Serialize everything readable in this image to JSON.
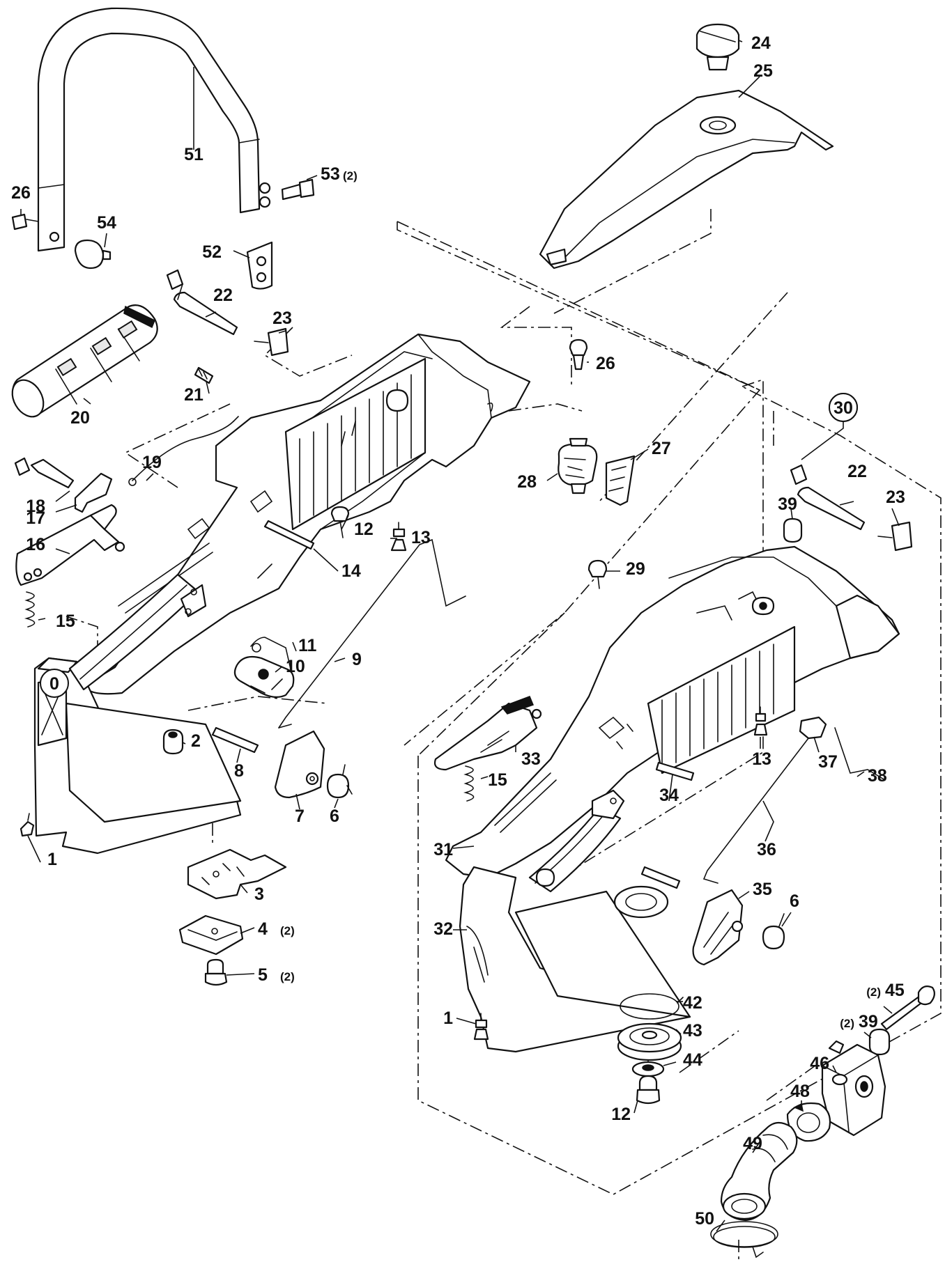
{
  "callouts": [
    {
      "id": "c51",
      "text": "51",
      "qty": ""
    },
    {
      "id": "c53",
      "text": "53",
      "qty": "(2)"
    },
    {
      "id": "c26a",
      "text": "26",
      "qty": ""
    },
    {
      "id": "c54",
      "text": "54",
      "qty": ""
    },
    {
      "id": "c52",
      "text": "52",
      "qty": ""
    },
    {
      "id": "c22a",
      "text": "22",
      "qty": ""
    },
    {
      "id": "c23a",
      "text": "23",
      "qty": ""
    },
    {
      "id": "c21",
      "text": "21",
      "qty": ""
    },
    {
      "id": "c20",
      "text": "20",
      "qty": ""
    },
    {
      "id": "c19",
      "text": "19",
      "qty": ""
    },
    {
      "id": "c18",
      "text": "18",
      "qty": ""
    },
    {
      "id": "c17",
      "text": "17",
      "qty": ""
    },
    {
      "id": "c16",
      "text": "16",
      "qty": ""
    },
    {
      "id": "c15a",
      "text": "15",
      "qty": ""
    },
    {
      "id": "c14",
      "text": "14",
      "qty": ""
    },
    {
      "id": "c13a",
      "text": "13",
      "qty": ""
    },
    {
      "id": "c12a",
      "text": "12",
      "qty": ""
    },
    {
      "id": "c11",
      "text": "11",
      "qty": ""
    },
    {
      "id": "c10",
      "text": "10",
      "qty": ""
    },
    {
      "id": "c9",
      "text": "9",
      "qty": ""
    },
    {
      "id": "c0",
      "text": "0",
      "qty": ""
    },
    {
      "id": "c2",
      "text": "2",
      "qty": ""
    },
    {
      "id": "c8",
      "text": "8",
      "qty": ""
    },
    {
      "id": "c7",
      "text": "7",
      "qty": ""
    },
    {
      "id": "c6a",
      "text": "6",
      "qty": ""
    },
    {
      "id": "c1a",
      "text": "1",
      "qty": ""
    },
    {
      "id": "c3",
      "text": "3",
      "qty": ""
    },
    {
      "id": "c4",
      "text": "4",
      "qty": "(2)"
    },
    {
      "id": "c5",
      "text": "5",
      "qty": "(2)"
    },
    {
      "id": "c24",
      "text": "24",
      "qty": ""
    },
    {
      "id": "c25",
      "text": "25",
      "qty": ""
    },
    {
      "id": "c26b",
      "text": "26",
      "qty": ""
    },
    {
      "id": "c27",
      "text": "27",
      "qty": ""
    },
    {
      "id": "c28",
      "text": "28",
      "qty": ""
    },
    {
      "id": "c30",
      "text": "30",
      "qty": ""
    },
    {
      "id": "c22b",
      "text": "22",
      "qty": ""
    },
    {
      "id": "c23b",
      "text": "23",
      "qty": ""
    },
    {
      "id": "c39a",
      "text": "39",
      "qty": ""
    },
    {
      "id": "c29",
      "text": "29",
      "qty": ""
    },
    {
      "id": "c13b",
      "text": "13",
      "qty": ""
    },
    {
      "id": "c33",
      "text": "33",
      "qty": ""
    },
    {
      "id": "c15b",
      "text": "15",
      "qty": ""
    },
    {
      "id": "c37",
      "text": "37",
      "qty": ""
    },
    {
      "id": "c38",
      "text": "38",
      "qty": ""
    },
    {
      "id": "c34",
      "text": "34",
      "qty": ""
    },
    {
      "id": "c36",
      "text": "36",
      "qty": ""
    },
    {
      "id": "c31",
      "text": "31",
      "qty": ""
    },
    {
      "id": "c35",
      "text": "35",
      "qty": ""
    },
    {
      "id": "c6b",
      "text": "6",
      "qty": ""
    },
    {
      "id": "c32",
      "text": "32",
      "qty": ""
    },
    {
      "id": "c42",
      "text": "42",
      "qty": ""
    },
    {
      "id": "c43",
      "text": "43",
      "qty": ""
    },
    {
      "id": "c44",
      "text": "44",
      "qty": ""
    },
    {
      "id": "c1b",
      "text": "1",
      "qty": ""
    },
    {
      "id": "c12b",
      "text": "12",
      "qty": ""
    },
    {
      "id": "c45",
      "text": "45",
      "qty": "(2)"
    },
    {
      "id": "c39b",
      "text": "39",
      "qty": "(2)"
    },
    {
      "id": "c46",
      "text": "46",
      "qty": ""
    },
    {
      "id": "c48",
      "text": "48",
      "qty": ""
    },
    {
      "id": "c49",
      "text": "49",
      "qty": ""
    },
    {
      "id": "c50",
      "text": "50",
      "qty": ""
    }
  ]
}
